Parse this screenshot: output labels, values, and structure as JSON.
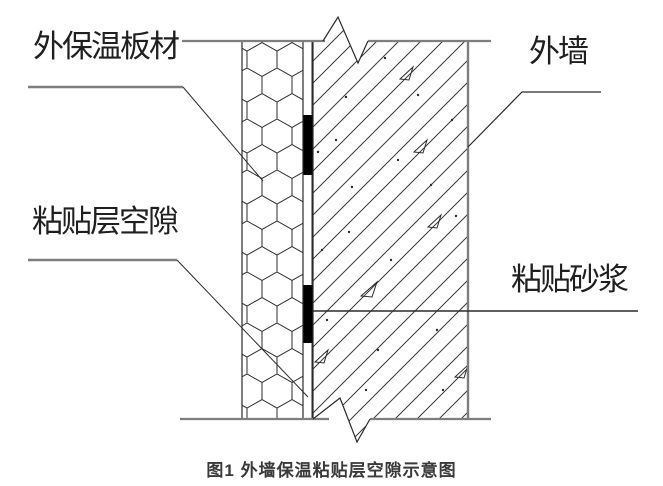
{
  "figure": {
    "caption": "图1 外墙保温粘贴层空隙示意图"
  },
  "labels": [
    {
      "id": "insulation-board",
      "text": "外保温板材"
    },
    {
      "id": "adhesive-layer-gap",
      "text": "粘贴层空隙"
    },
    {
      "id": "exterior-wall",
      "text": "外墙"
    },
    {
      "id": "adhesive-mortar",
      "text": "粘贴砂浆"
    }
  ],
  "colors": {
    "background": "#ffffff",
    "line_dark": "#2b2b2b",
    "line_gray": "#7e7e7e",
    "gap_fill": "#000000",
    "text": "#1f1f1f",
    "caption_text": "#3a3a3a"
  }
}
